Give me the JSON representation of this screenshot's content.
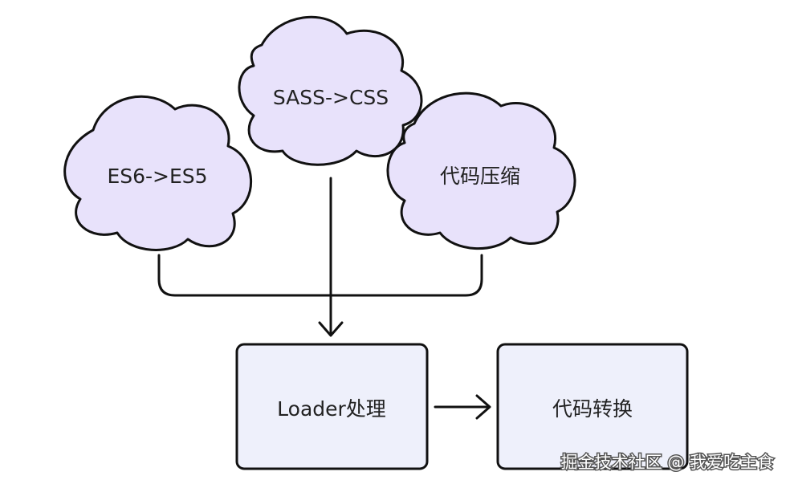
{
  "nodes": {
    "cloud_es6": {
      "label": "ES6->ES5"
    },
    "cloud_sass": {
      "label": "SASS->CSS"
    },
    "cloud_minify": {
      "label": "代码压缩"
    },
    "box_loader": {
      "label": "Loader处理"
    },
    "box_transform": {
      "label": "代码转换"
    }
  },
  "colors": {
    "cloud_fill": "#e8e2fb",
    "box_fill": "#eef0fb",
    "stroke": "#111111"
  },
  "watermark": "掘金技术社区 @ 我爱吃主食"
}
